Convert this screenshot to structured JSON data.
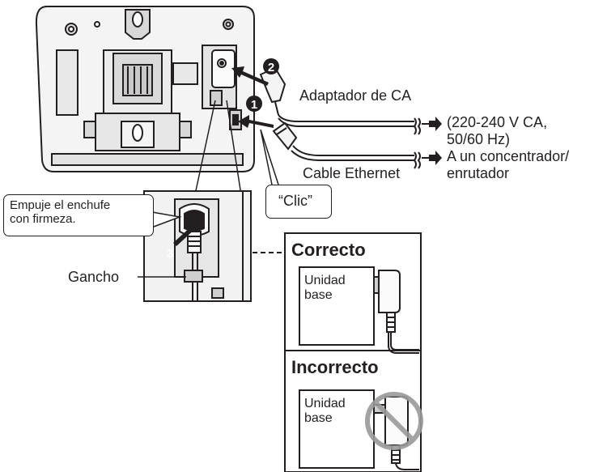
{
  "labels": {
    "ac_adapter": "Adaptador de CA",
    "voltage": "(220-240 V CA,\n50/60 Hz)",
    "ethernet_cable": "Cable Ethernet",
    "hub_router": "A un concentrador/\nenrutador",
    "click": "“Clic”",
    "push_plug": "Empuje el enchufe\ncon firmeza.",
    "hook": "Gancho",
    "correct": "Correcto",
    "incorrect": "Incorrecto",
    "base_unit_1": "Unidad\nbase",
    "base_unit_2": "Unidad\nbase"
  },
  "steps": {
    "step1": "1",
    "step2": "2",
    "step3": "3"
  },
  "colors": {
    "line": "#231f20",
    "device": "#f4f4f4",
    "device_dark": "#bdbdbd",
    "prohibit": "#9a9a9a"
  }
}
